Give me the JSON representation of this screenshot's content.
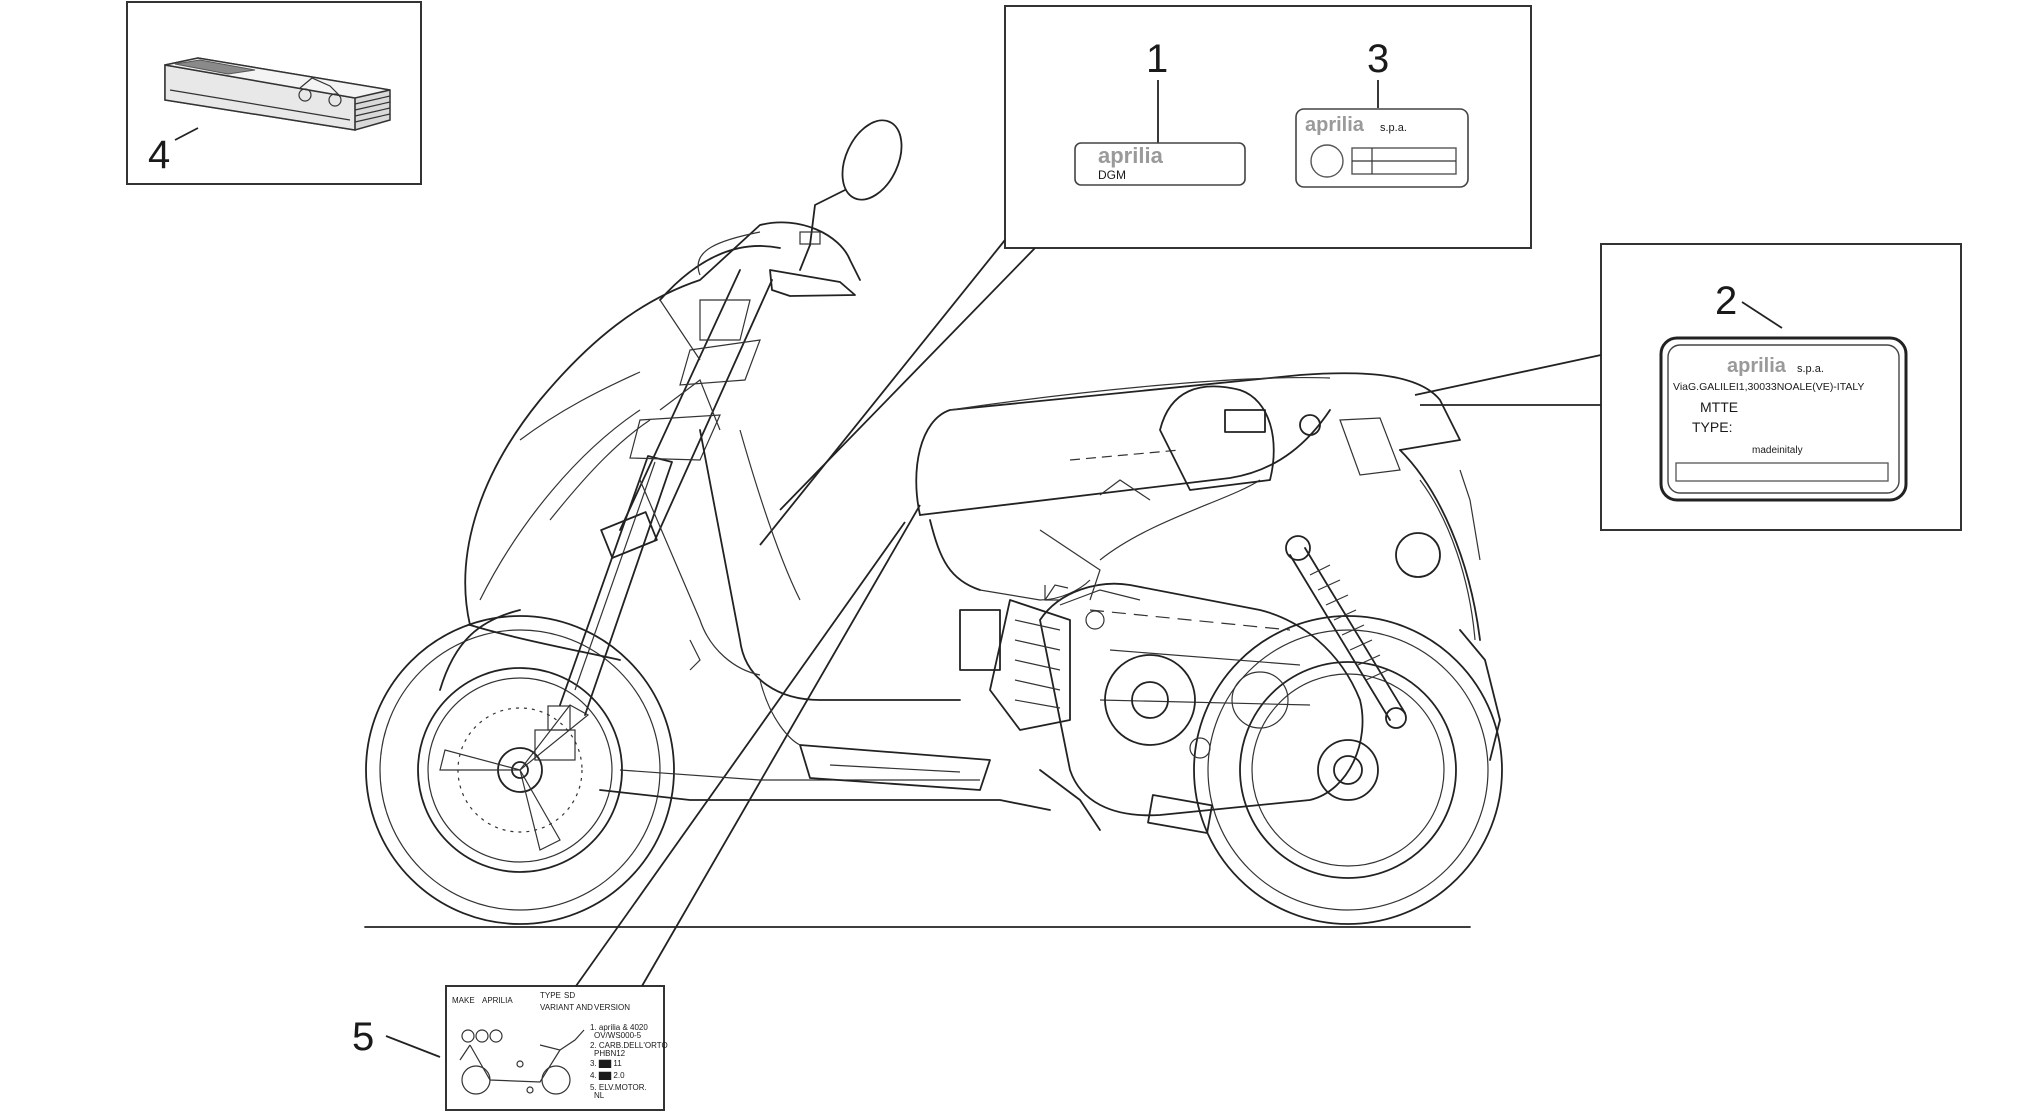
{
  "callouts": {
    "c1": "1",
    "c2": "2",
    "c3": "3",
    "c4": "4",
    "c5": "5"
  },
  "label1": {
    "brand": "aprilia",
    "code": "DGM"
  },
  "label3": {
    "brand": "aprilia",
    "suffix": "s.p.a."
  },
  "label2": {
    "brand": "aprilia",
    "suffix": "s.p.a.",
    "address": "ViaG.GALILEI1,30033NOALE(VE)-ITALY",
    "mtte": "MTTE",
    "type": "TYPE:",
    "made": "madeinitaly"
  },
  "label5": {
    "make": "MAKE",
    "make_value": "APRILIA",
    "type": "TYPE",
    "type_value": "SD",
    "variant": "VARIANT",
    "and": "AND",
    "version": "VERSION",
    "line1": "1. aprilia & 4020",
    "line1b": "OV/WS000-5",
    "line2": "2. CARB.DELL'ORTO",
    "line2b": "PHBN12",
    "line3": "3. ▇▇ 11",
    "line4": "4. ▇▇ 2.0",
    "line5": "5. ELV.MOTOR.",
    "line5b": "NL"
  },
  "colors": {
    "line": "#222222",
    "label_brand": "#9a9a9a",
    "background": "#ffffff"
  }
}
